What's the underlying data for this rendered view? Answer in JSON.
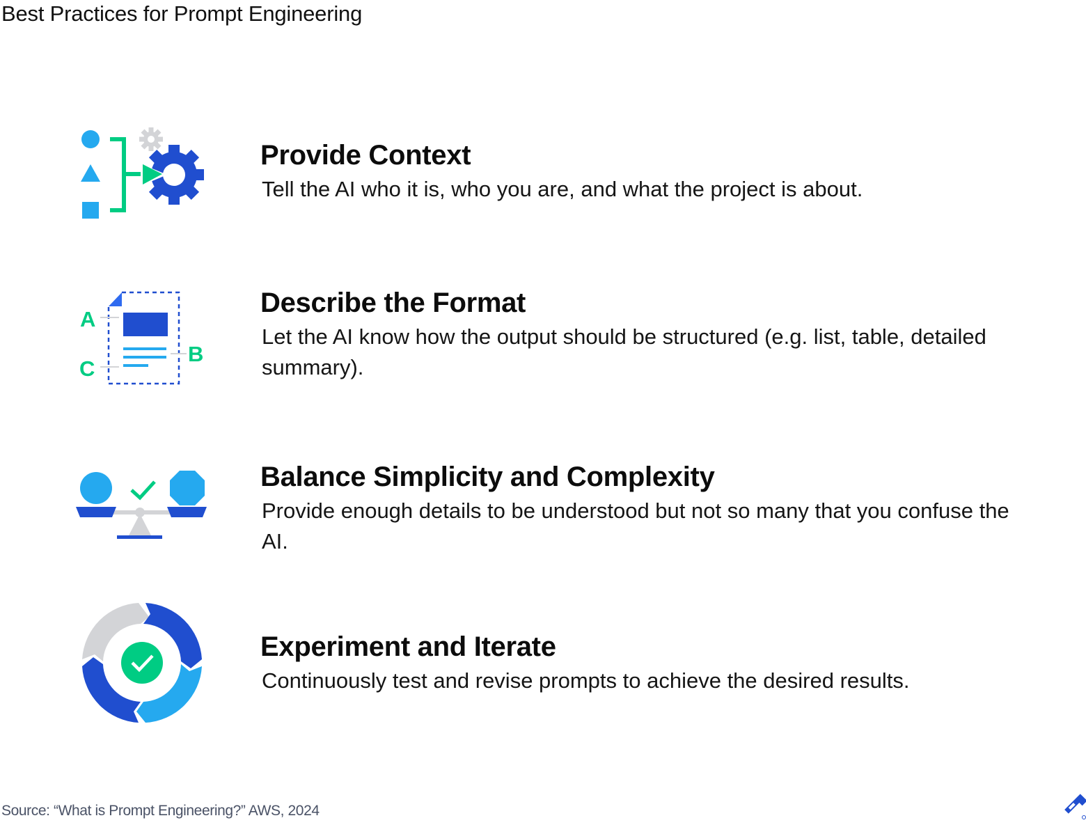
{
  "title": "Best Practices for Prompt Engineering",
  "practices": [
    {
      "heading": "Provide Context",
      "description": "Tell the AI who it is, who you are, and what the project is about.",
      "icon": "context-gear-icon"
    },
    {
      "heading": "Describe the Format",
      "description": "Let the AI know how the output should be structured (e.g. list, table, detailed summary).",
      "icon": "document-format-icon",
      "icon_labels": [
        "A",
        "B",
        "C"
      ]
    },
    {
      "heading": "Balance Simplicity and Complexity",
      "description": "Provide enough details to be understood but not so many that you confuse the AI.",
      "icon": "balance-scale-icon"
    },
    {
      "heading": "Experiment and Iterate",
      "description": "Continuously test and revise prompts to achieve the desired results.",
      "icon": "iterate-cycle-icon"
    }
  ],
  "footer": {
    "source": "Source: “What is Prompt Engineering?” AWS, 2024",
    "logo": "toptal-logo-icon"
  },
  "colors": {
    "dark_blue": "#204ECF",
    "light_blue": "#25A9EF",
    "green": "#00CC83",
    "gray": "#D3D4D7",
    "text": "#111111",
    "source_text": "#4A5266"
  }
}
